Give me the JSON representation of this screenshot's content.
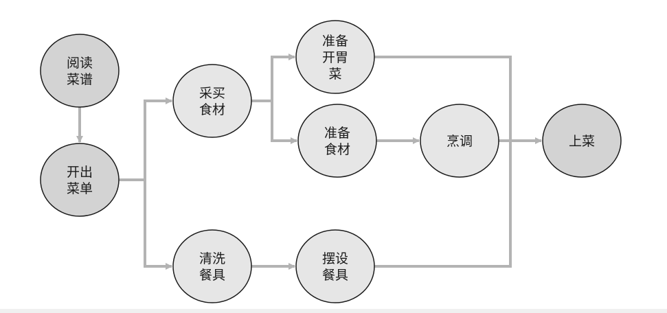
{
  "colors": {
    "edge": "#b3b3b3",
    "node_dark": "#d3d3d3",
    "node_light": "#e6e6e6",
    "stroke": "#1a1a1a"
  },
  "nodes": [
    {
      "id": "read-recipe",
      "lines": [
        "阅读",
        "菜谱"
      ],
      "style": "dark"
    },
    {
      "id": "make-menu",
      "lines": [
        "开出",
        "菜单"
      ],
      "style": "dark"
    },
    {
      "id": "buy-ingredients",
      "lines": [
        "采买",
        "食材"
      ],
      "style": "light"
    },
    {
      "id": "prep-appetizer",
      "lines": [
        "准备",
        "开胃",
        "菜"
      ],
      "style": "light"
    },
    {
      "id": "prep-ingredients",
      "lines": [
        "准备",
        "食材"
      ],
      "style": "light"
    },
    {
      "id": "cook",
      "lines": [
        "烹调"
      ],
      "style": "light"
    },
    {
      "id": "serve",
      "lines": [
        "上菜"
      ],
      "style": "dark"
    },
    {
      "id": "wash-dishes",
      "lines": [
        "清洗",
        "餐具"
      ],
      "style": "light"
    },
    {
      "id": "set-table",
      "lines": [
        "摆设",
        "餐具"
      ],
      "style": "light"
    }
  ],
  "edges": [
    {
      "from": "read-recipe",
      "to": "make-menu"
    },
    {
      "from": "make-menu",
      "to": "buy-ingredients"
    },
    {
      "from": "make-menu",
      "to": "wash-dishes"
    },
    {
      "from": "buy-ingredients",
      "to": "prep-appetizer"
    },
    {
      "from": "buy-ingredients",
      "to": "prep-ingredients"
    },
    {
      "from": "prep-ingredients",
      "to": "cook"
    },
    {
      "from": "wash-dishes",
      "to": "set-table"
    },
    {
      "from": "prep-appetizer",
      "to": "serve"
    },
    {
      "from": "cook",
      "to": "serve"
    },
    {
      "from": "set-table",
      "to": "serve"
    }
  ]
}
